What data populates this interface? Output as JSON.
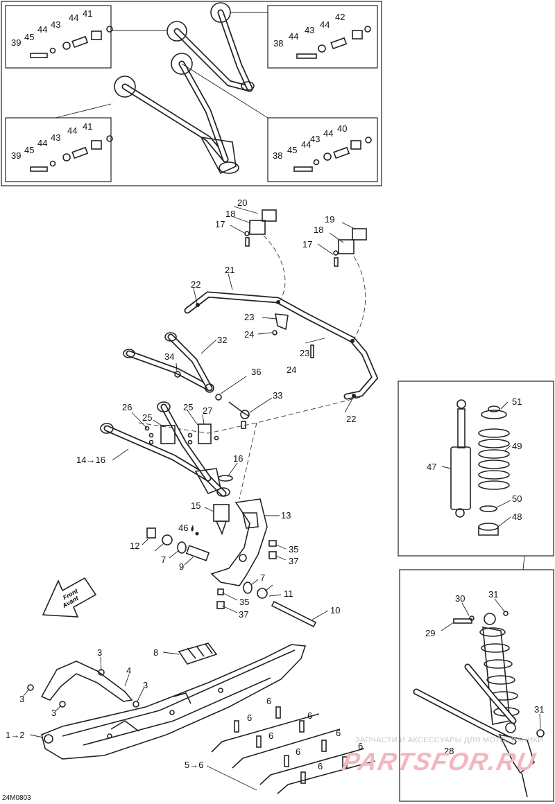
{
  "diagram_code": "24M0803",
  "watermark": {
    "line1": "ЗАПЧАСТИ И АКСЕССУАРЫ ДЛЯ МОТОТЕХНИКИ",
    "line2": "PARTSFOR.RU"
  },
  "callouts": {
    "1_2": "1→2",
    "3": "3",
    "4": "4",
    "5_6": "5→6",
    "6": "6",
    "7": "7",
    "8": "8",
    "9": "9",
    "10": "10",
    "11": "11",
    "12": "12",
    "13": "13",
    "14_16": "14→16",
    "15": "15",
    "16": "16",
    "17": "17",
    "18": "18",
    "19": "19",
    "20": "20",
    "21": "21",
    "22": "22",
    "23": "23",
    "24": "24",
    "25": "25",
    "26": "26",
    "27": "27",
    "28": "28",
    "29": "29",
    "30": "30",
    "31": "31",
    "32": "32",
    "33": "33",
    "34": "34",
    "35": "35",
    "36": "36",
    "37": "37",
    "38": "38",
    "39": "39",
    "40": "40",
    "41": "41",
    "42": "42",
    "43": "43",
    "44": "44",
    "45": "45",
    "46": "46",
    "47": "47",
    "48": "48",
    "49": "49",
    "50": "50",
    "51": "51"
  },
  "front_arrow": {
    "line1": "Front",
    "line2": "Avant"
  }
}
